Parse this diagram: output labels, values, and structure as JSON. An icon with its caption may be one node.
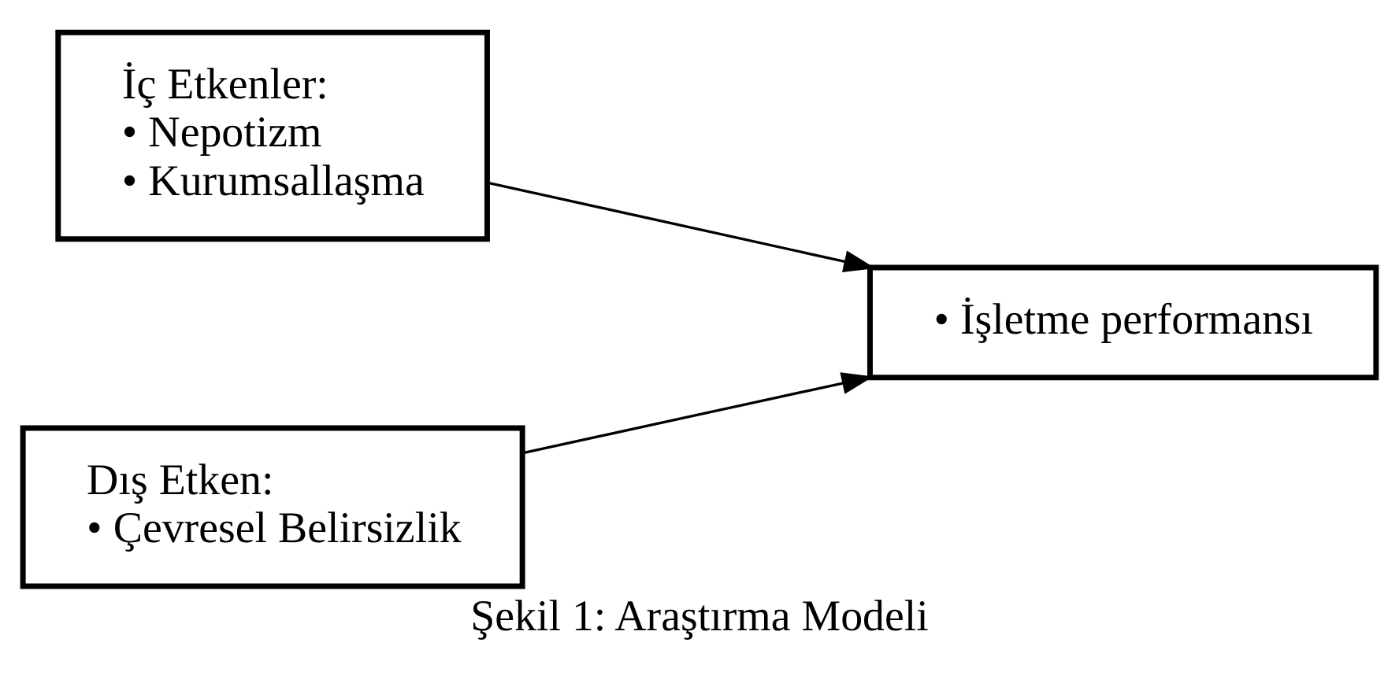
{
  "diagram": {
    "caption": "Şekil 1: Araştırma Modeli",
    "nodes": [
      {
        "text": [
          "İç Etkenler:",
          "• Nepotizm",
          "• Kurumsallaşma"
        ]
      },
      {
        "text": [
          "Dış Etken:",
          "• Çevresel Belirsizlik"
        ]
      },
      {
        "text": [
          "• İşletme performansı"
        ]
      }
    ],
    "edges": [
      {
        "from": 0,
        "to": 2,
        "arrow": "to"
      },
      {
        "from": 1,
        "to": 2,
        "arrow": "to"
      }
    ]
  }
}
